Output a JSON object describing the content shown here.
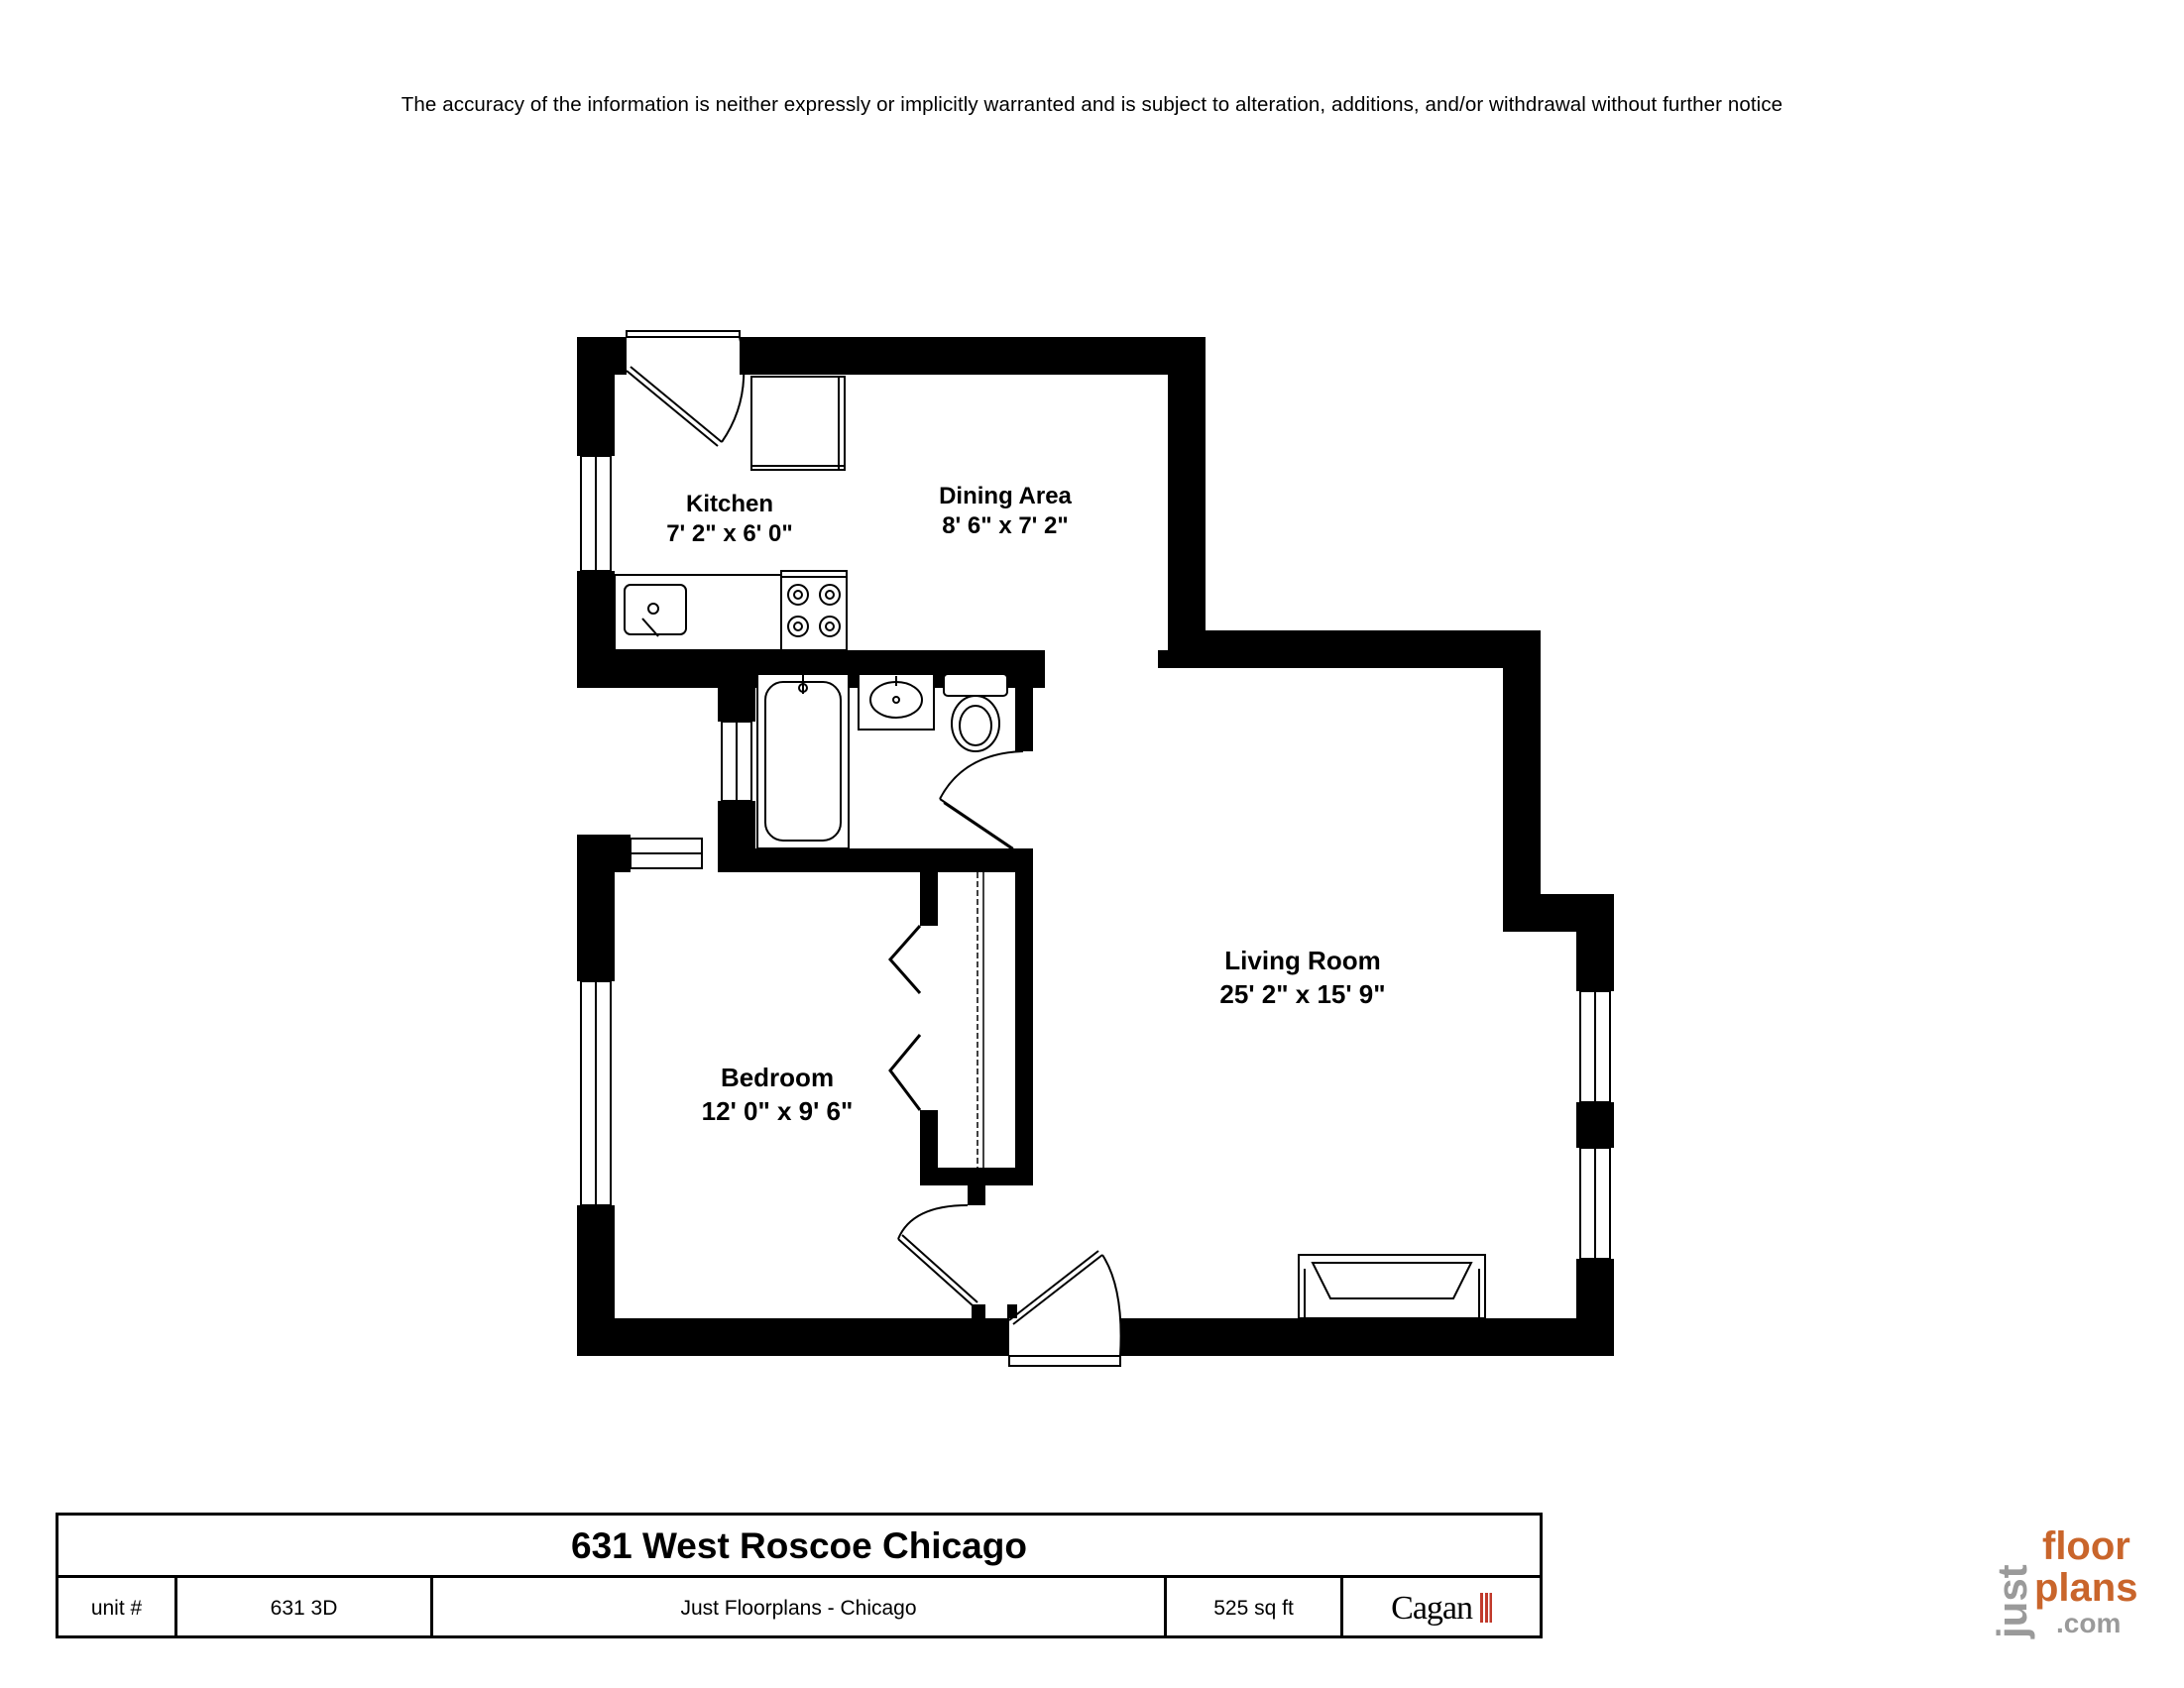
{
  "disclaimer": "The accuracy of the information is neither expressly or implicitly warranted and is subject to alteration, additions, and/or withdrawal without further notice",
  "rooms": {
    "kitchen": {
      "name": "Kitchen",
      "size": "7' 2\" x 6' 0\""
    },
    "dining": {
      "name": "Dining Area",
      "size": "8' 6\" x 7' 2\""
    },
    "living": {
      "name": "Living Room",
      "size": "25' 2\" x 15' 9\""
    },
    "bedroom": {
      "name": "Bedroom",
      "size": "12' 0\" x 9' 6\""
    }
  },
  "title_block": {
    "address": "631 West Roscoe Chicago",
    "unit_label": "unit #",
    "unit_value": "631 3D",
    "company": "Just Floorplans - Chicago",
    "area": "525 sq ft",
    "brand": "Cagan"
  },
  "logo": {
    "word_just": "just",
    "word_floor": "floor",
    "word_plans": "plans",
    "word_com": ".com"
  },
  "colors": {
    "wall": "#000000",
    "logo_orange": "#c9652b",
    "logo_gray": "#9a9a9a",
    "brand_red": "#c0392b"
  }
}
